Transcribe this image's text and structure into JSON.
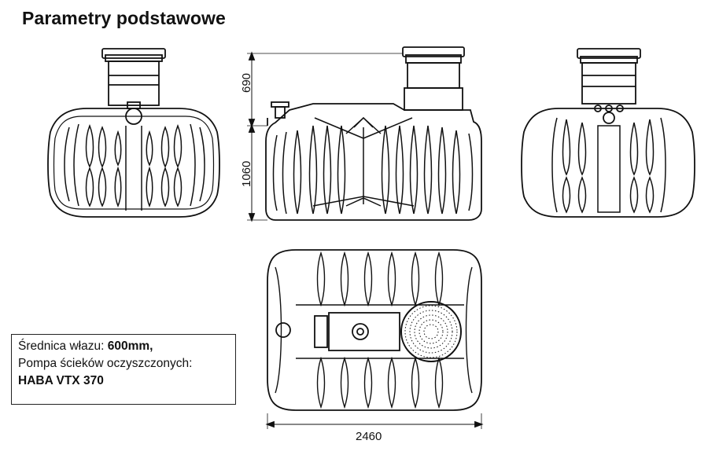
{
  "page": {
    "title": "Parametry podstawowe"
  },
  "dimensions": {
    "manhole_height": "690",
    "tank_height": "1060",
    "tank_length": "2460"
  },
  "info": {
    "line1_prefix": "Średnica włazu: ",
    "line1_value": "600mm,",
    "line2": "Pompa ścieków oczyszczonych:",
    "line3": "HABA VTX 370"
  }
}
